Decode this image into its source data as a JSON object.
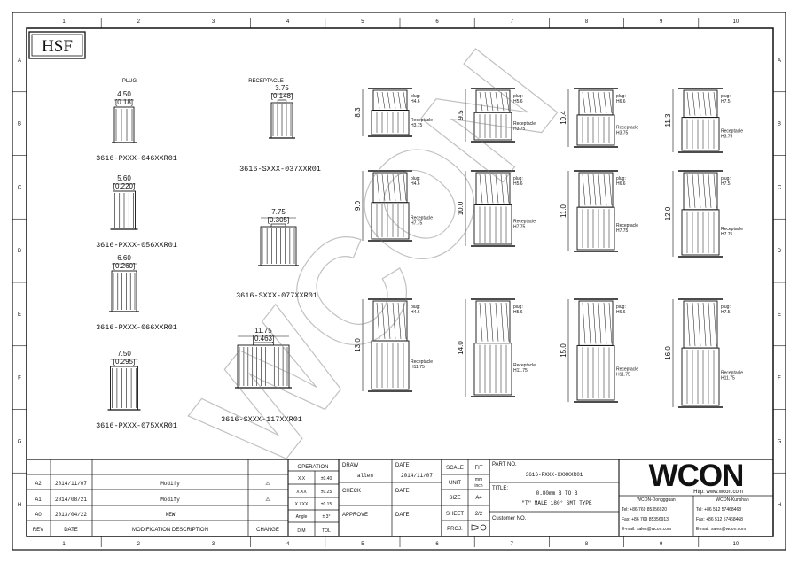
{
  "columns": [
    "1",
    "2",
    "3",
    "4",
    "5",
    "6",
    "7",
    "8",
    "9",
    "10"
  ],
  "rows": [
    "A",
    "B",
    "C",
    "D",
    "E",
    "F",
    "G",
    "H"
  ],
  "logo": "HSF",
  "left": {
    "plug_heading": "PLUG",
    "receptacle_heading": "RECEPTACLE",
    "plugs": [
      {
        "dim": "4.50",
        "inch": "[0.18]",
        "code": "3616-PXXX-046XXR01"
      },
      {
        "dim": "5.60",
        "inch": "[0.220]",
        "code": "3616-PXXX-056XXR01"
      },
      {
        "dim": "6.60",
        "inch": "[0.260]",
        "code": "3616-PXXX-066XXR01"
      },
      {
        "dim": "7.50",
        "inch": "[0.295]",
        "code": "3616-PXXX-075XXR01"
      }
    ],
    "receptacles": [
      {
        "dim": "3.75",
        "inch": "[0.148]",
        "code": "3616-SXXX-037XXR01"
      },
      {
        "dim": "7.75",
        "inch": "[0.305]",
        "code": "3616-SXXX-077XXR01"
      },
      {
        "dim": "11.75",
        "inch": "[0.463]",
        "code": "3616-SXXX-117XXR01"
      }
    ]
  },
  "stacks": [
    {
      "height": "8.3",
      "plug": "H4.6",
      "rec": "H3.75"
    },
    {
      "height": "9.5",
      "plug": "H5.6",
      "rec": "H3.75"
    },
    {
      "height": "10.4",
      "plug": "H6.6",
      "rec": "H3.75"
    },
    {
      "height": "11.3",
      "plug": "H7.5",
      "rec": "H3.75"
    },
    {
      "height": "9.0",
      "plug": "H4.6",
      "rec": "H7.75"
    },
    {
      "height": "10.0",
      "plug": "H5.6",
      "rec": "H7.75"
    },
    {
      "height": "11.0",
      "plug": "H6.6",
      "rec": "H7.75"
    },
    {
      "height": "12.0",
      "plug": "H7.5",
      "rec": "H7.75"
    },
    {
      "height": "13.0",
      "plug": "H4.6",
      "rec": "H11.75"
    },
    {
      "height": "14.0",
      "plug": "H5.6",
      "rec": "H11.75"
    },
    {
      "height": "15.0",
      "plug": "H6.6",
      "rec": "H11.75"
    },
    {
      "height": "16.0",
      "plug": "H7.5",
      "rec": "H11.75"
    }
  ],
  "stack_labels": {
    "plug": "plug:",
    "rec": "Receptacle"
  },
  "watermark": "WCON",
  "title_block": {
    "revisions": [
      {
        "rev": "A2",
        "date": "2014/11/07",
        "desc": "Modify",
        "sym": "⚠"
      },
      {
        "rev": "A1",
        "date": "2014/08/21",
        "desc": "Modify",
        "sym": "⚠"
      },
      {
        "rev": "A0",
        "date": "2013/04/22",
        "desc": "NEW",
        "sym": ""
      }
    ],
    "hdr_rev": "REV",
    "hdr_date": "DATE",
    "hdr_desc": "MODIFICATION DESCRIPTION",
    "hdr_change": "CHANGE",
    "operation": "OPERATION",
    "tol": [
      {
        "k": "X.X",
        "v": "±0.40"
      },
      {
        "k": "X.XX",
        "v": "±0.25"
      },
      {
        "k": "X.XXX",
        "v": "±0.15"
      },
      {
        "k": "Angle",
        "v": "± 3°"
      }
    ],
    "dim": "DIM",
    "tol_label": "TOL",
    "draw": "DRAW",
    "drawer": "allen",
    "check": "CHECK",
    "approve": "APPROVE",
    "date_label": "DATE",
    "draw_date": "2014/11/07",
    "scale": "SCALE",
    "scale_val": "FIT",
    "unit": "UNIT",
    "unit_val1": "mm",
    "unit_val2": "inch",
    "size": "SIZE",
    "size_val": "A4",
    "sheet": "SHEET",
    "sheet_val": "2/2",
    "proj": "PROJ.",
    "part_no_label": "PART NO.",
    "part_no": "3616-PXXX-XXXXXR01",
    "title_label": "TITLE:",
    "title1": "0.80mm B TO B",
    "title2": "\"T\" MALE 180° SMT TYPE",
    "customer": "Customer NO.",
    "company": "WCON",
    "url": "Http: www.wcon.com",
    "dg_name": "WCON-Donggguan",
    "dg_tel": "Tel: +86 769 85356920",
    "dg_fax": "Fax: +86 769 85356913",
    "dg_mail": "E-mail: sales@wcon.com",
    "ks_name": "WCON-Kunshan",
    "ks_tel": "Tel: +86 512 57468468",
    "ks_fax": "Fax: +86 512 57468468",
    "ks_mail": "E-mail: sales@wcon.com"
  }
}
